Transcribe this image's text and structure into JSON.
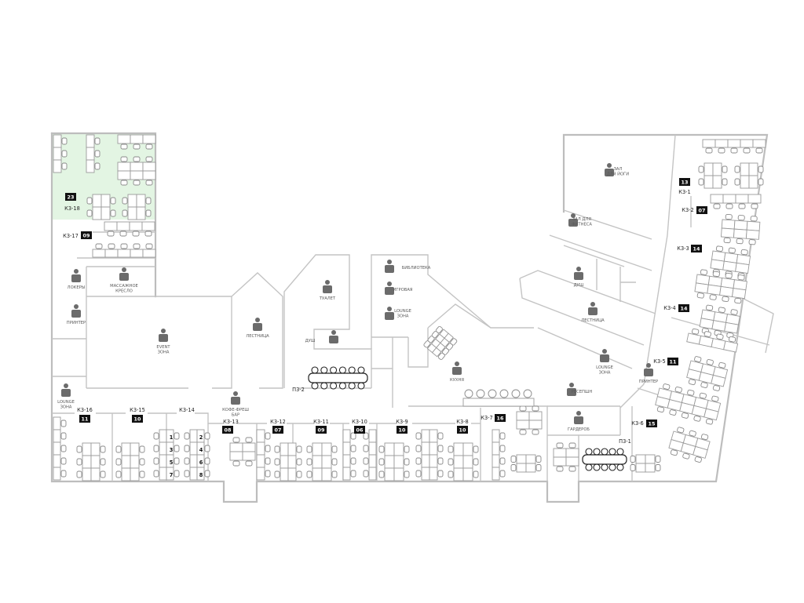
{
  "colors": {
    "wall": "#bdbdbd",
    "highlight_zone": "#e3f5e3",
    "badge": "#111111",
    "icon": "#6b6b6b"
  },
  "highlighted_zone": "К3-18",
  "zones": [
    {
      "id": "k3-18",
      "label": "К3-18",
      "count": "23"
    },
    {
      "id": "k3-17",
      "label": "К3-17",
      "count": "09"
    },
    {
      "id": "k3-16",
      "label": "К3-16",
      "count": "11"
    },
    {
      "id": "k3-15",
      "label": "К3-15",
      "count": "10"
    },
    {
      "id": "k3-14",
      "label": "К3-14",
      "count": ""
    },
    {
      "id": "k3-13",
      "label": "К3-13",
      "count": "08"
    },
    {
      "id": "k3-12",
      "label": "К3-12",
      "count": "07"
    },
    {
      "id": "k3-11",
      "label": "К3-11",
      "count": "09"
    },
    {
      "id": "k3-10",
      "label": "К3-10",
      "count": "06"
    },
    {
      "id": "k3-9",
      "label": "К3-9",
      "count": "10"
    },
    {
      "id": "k3-8",
      "label": "К3-8",
      "count": "10"
    },
    {
      "id": "k3-7",
      "label": "К3-7",
      "count": "16"
    },
    {
      "id": "k3-6",
      "label": "К3-6",
      "count": "15"
    },
    {
      "id": "k3-5",
      "label": "К3-5",
      "count": "11"
    },
    {
      "id": "k3-4",
      "label": "К3-4",
      "count": "14"
    },
    {
      "id": "k3-3",
      "label": "К3-3",
      "count": "14"
    },
    {
      "id": "k3-2",
      "label": "К3-2",
      "count": "07"
    },
    {
      "id": "k3-1",
      "label": "К3-1",
      "count": "13"
    }
  ],
  "meeting_rooms": [
    {
      "label": "П3-2"
    },
    {
      "label": "П3-1"
    }
  ],
  "desk_numbers": [
    "1",
    "2",
    "3",
    "4",
    "5",
    "6",
    "7",
    "8"
  ],
  "amenities": [
    {
      "id": "lockers",
      "icon": "locker-icon",
      "lines": [
        "ЛОКЕРЫ"
      ]
    },
    {
      "id": "massage",
      "icon": "massage-chair-icon",
      "lines": [
        "МАССАЖНОЕ",
        "КРЕСЛО"
      ]
    },
    {
      "id": "printer-left",
      "icon": "printer-icon",
      "lines": [
        "ПРИНТЕР"
      ]
    },
    {
      "id": "event",
      "icon": "speaker-podium-icon",
      "lines": [
        "EVENT",
        "ЗОНА"
      ]
    },
    {
      "id": "lounge-left",
      "icon": "lounge-icon",
      "lines": [
        "LOUNGE",
        "ЗОНА"
      ]
    },
    {
      "id": "stairs-left",
      "icon": "stairs-icon",
      "lines": [
        "ЛЕСТНИЦА"
      ]
    },
    {
      "id": "toilet",
      "icon": "toilet-icon",
      "lines": [
        "ТУАЛЕТ"
      ]
    },
    {
      "id": "shower-left",
      "icon": "shower-icon",
      "lines": [
        "ДУШ"
      ]
    },
    {
      "id": "coffee",
      "icon": "coffee-cup-icon",
      "lines": [
        "КОФЕ-ФРЕШ",
        "БАР"
      ]
    },
    {
      "id": "library",
      "icon": "book-icon",
      "lines": [
        "БИБЛИОТЕКА"
      ]
    },
    {
      "id": "game",
      "icon": "game-table-icon",
      "lines": [
        "ИГРОВАЯ"
      ]
    },
    {
      "id": "lounge-mid",
      "icon": "lounge-icon",
      "lines": [
        "LOUNGE",
        "ЗОНА"
      ]
    },
    {
      "id": "kitchen",
      "icon": "kitchen-icon",
      "lines": [
        "КУХНЯ"
      ]
    },
    {
      "id": "yoga",
      "icon": "yoga-icon",
      "lines": [
        "ЗАЛ",
        "ДЛЯ ЙОГИ"
      ]
    },
    {
      "id": "fitness",
      "icon": "heart-pulse-icon",
      "lines": [
        "ЗАЛ ДЛЯ",
        "ФИТНЕСА"
      ]
    },
    {
      "id": "shower-right",
      "icon": "shower-icon",
      "lines": [
        "ДУШ"
      ]
    },
    {
      "id": "stairs-right",
      "icon": "stairs-icon",
      "lines": [
        "ЛЕСТНИЦА"
      ]
    },
    {
      "id": "lounge-right",
      "icon": "lounge-icon",
      "lines": [
        "LOUNGE",
        "ЗОНА"
      ]
    },
    {
      "id": "reception",
      "icon": "reception-icon",
      "lines": [
        "РЕСЕПШН"
      ]
    },
    {
      "id": "printer-right",
      "icon": "printer-icon",
      "lines": [
        "ПРИНТЕР"
      ]
    },
    {
      "id": "wardrobe",
      "icon": "hanger-icon",
      "lines": [
        "ГАРДЕРОБ"
      ]
    }
  ]
}
